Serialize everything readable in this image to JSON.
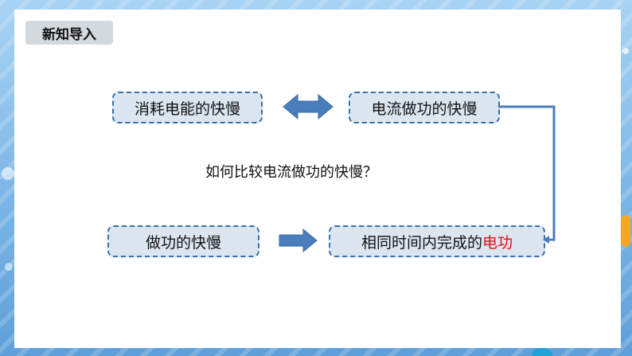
{
  "slide": {
    "section_title": "新知导入",
    "boxes": {
      "energy_consumption_rate": "消耗电能的快慢",
      "current_work_rate": "电流做功的快慢",
      "work_rate": "做功的快慢",
      "work_same_time_prefix": "相同时间内完成的",
      "work_same_time_highlight": "电功"
    },
    "question": "如何比较电流做功的快慢？"
  },
  "colors": {
    "box_fill": "#dbe6f1",
    "box_border": "#3b6fa8",
    "arrow_fill": "#4a7ebb",
    "highlight_text": "#e01010",
    "title_tag_bg": "#d4d9de"
  },
  "icons": [
    "double-arrow-icon",
    "right-arrow-icon",
    "connector-line"
  ]
}
